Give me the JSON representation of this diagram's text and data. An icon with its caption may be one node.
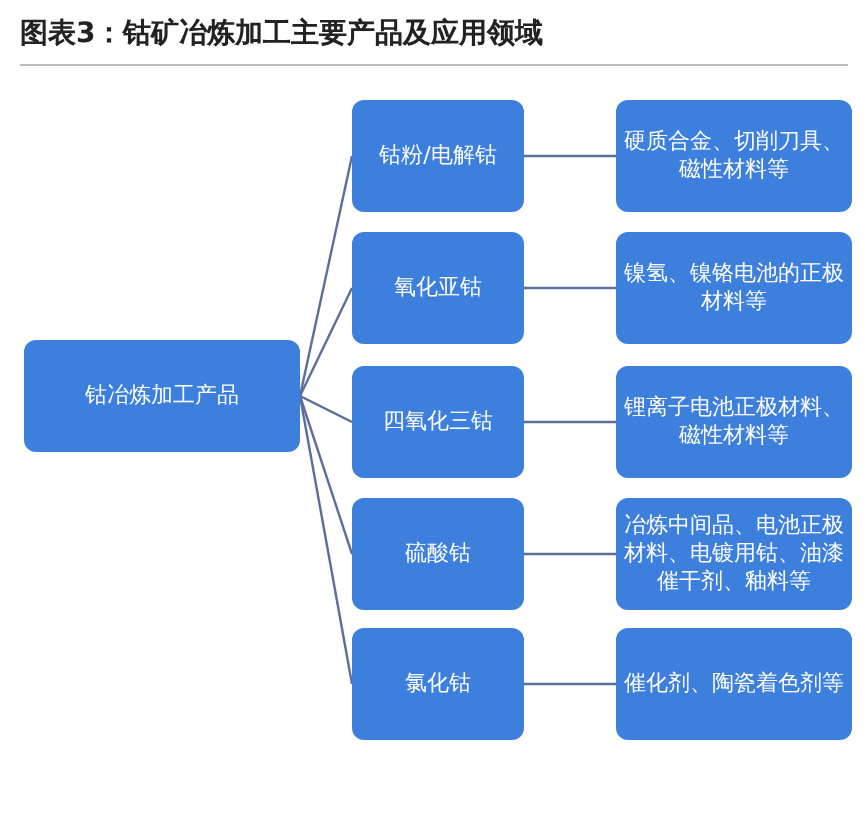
{
  "diagram": {
    "title": "图表3：钴矿冶炼加工主要产品及应用领域",
    "nodes": [
      {
        "text": [
          "钴冶炼加工产品"
        ]
      },
      {
        "text": [
          "钴粉/电解钴"
        ]
      },
      {
        "text": [
          "氧化亚钴"
        ]
      },
      {
        "text": [
          "四氧化三钴"
        ]
      },
      {
        "text": [
          "硫酸钴"
        ]
      },
      {
        "text": [
          "氯化钴"
        ]
      },
      {
        "text": [
          "硬质合金、切削刀具、磁性材料等"
        ]
      },
      {
        "text": [
          "镍氢、镍铬电池的正极材料等"
        ]
      },
      {
        "text": [
          "锂离子电池正极材料、磁性材料等"
        ]
      },
      {
        "text": [
          "冶炼中间品、电池正极材料、电镀用钴、油漆催干剂、釉料等"
        ]
      },
      {
        "text": [
          "催化剂、陶瓷着色剂等"
        ]
      }
    ],
    "edges": [
      {
        "from": 0,
        "to": 1,
        "arrow": "none"
      },
      {
        "from": 0,
        "to": 2,
        "arrow": "none"
      },
      {
        "from": 0,
        "to": 3,
        "arrow": "none"
      },
      {
        "from": 0,
        "to": 4,
        "arrow": "none"
      },
      {
        "from": 0,
        "to": 5,
        "arrow": "none"
      },
      {
        "from": 1,
        "to": 6,
        "arrow": "none"
      },
      {
        "from": 2,
        "to": 7,
        "arrow": "none"
      },
      {
        "from": 3,
        "to": 8,
        "arrow": "none"
      },
      {
        "from": 4,
        "to": 9,
        "arrow": "none"
      },
      {
        "from": 5,
        "to": 10,
        "arrow": "none"
      }
    ]
  }
}
